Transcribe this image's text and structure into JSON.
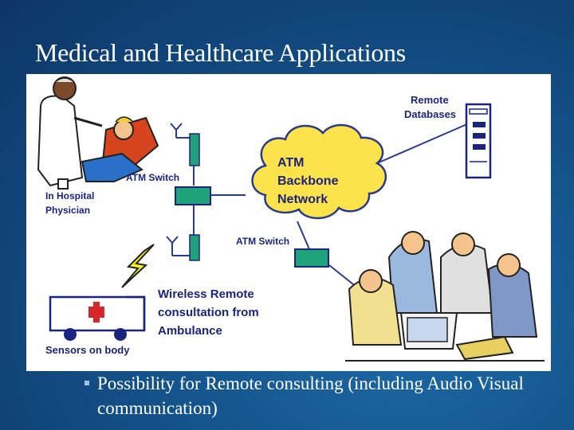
{
  "slide": {
    "title": "Medical and Healthcare Applications",
    "bullet": "Possibility for Remote consulting (including Audio Visual communication)"
  },
  "diagram": {
    "nodes": {
      "remote_databases": [
        "Remote",
        "Databases"
      ],
      "atm_cloud": [
        "ATM",
        "Backbone",
        "Network"
      ],
      "atm_switch_top": "ATM Switch",
      "atm_switch_bottom": "ATM Switch",
      "hospital": [
        "In Hospital",
        "Physician"
      ],
      "ambulance": [
        "Wireless Remote",
        "consultation from",
        "Ambulance"
      ],
      "sensors": "Sensors on body"
    },
    "colors": {
      "label_blue": "#1a237e",
      "switch_green": "#1fa37a",
      "cloud_yellow": "#fde34b",
      "bolt_yellow": "#f6f020",
      "cross_red": "#d62828"
    }
  }
}
